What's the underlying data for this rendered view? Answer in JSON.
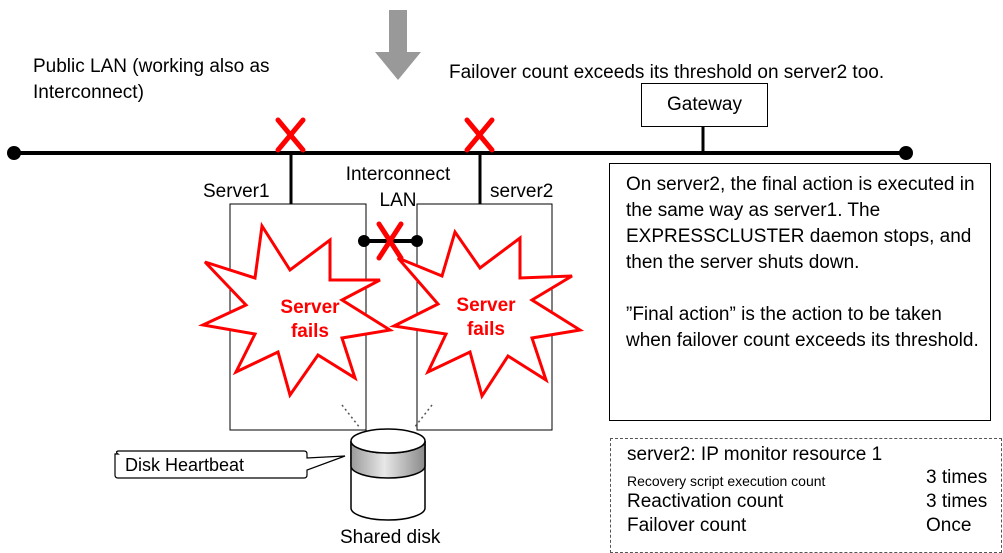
{
  "labels": {
    "public_lan": "Public LAN (working also as\nInterconnect)",
    "failover_note": "Failover count exceeds its threshold on server2 too.",
    "gateway": "Gateway",
    "server1": "Server1",
    "server2": "server2",
    "interconnect_lan": "Interconnect\nLAN",
    "disk_heartbeat": "Disk Heartbeat",
    "shared_disk": "Shared disk",
    "server_fails_1": "Server\nfails",
    "server_fails_2": "Server\nfails"
  },
  "note": {
    "paragraph1": "On server2, the final action is executed in the same way as server1. The EXPRESSCLUSTER daemon stops, and then the server shuts down.",
    "paragraph2": "”Final action” is the action to be taken when failover count exceeds its threshold."
  },
  "settings": {
    "title": "server2: IP monitor resource 1",
    "rows": [
      {
        "label": "Recovery script execution count",
        "value": "3 times"
      },
      {
        "label": "Reactivation count",
        "value": "3 times"
      },
      {
        "label": "Failover count",
        "value": "Once"
      }
    ]
  },
  "colors": {
    "failure": "#ff0000",
    "arrow": "#999999",
    "line": "#000000"
  },
  "icons": [
    "down-arrow-icon",
    "cross-mark-icon",
    "explosion-icon",
    "disk-cylinder-icon"
  ]
}
